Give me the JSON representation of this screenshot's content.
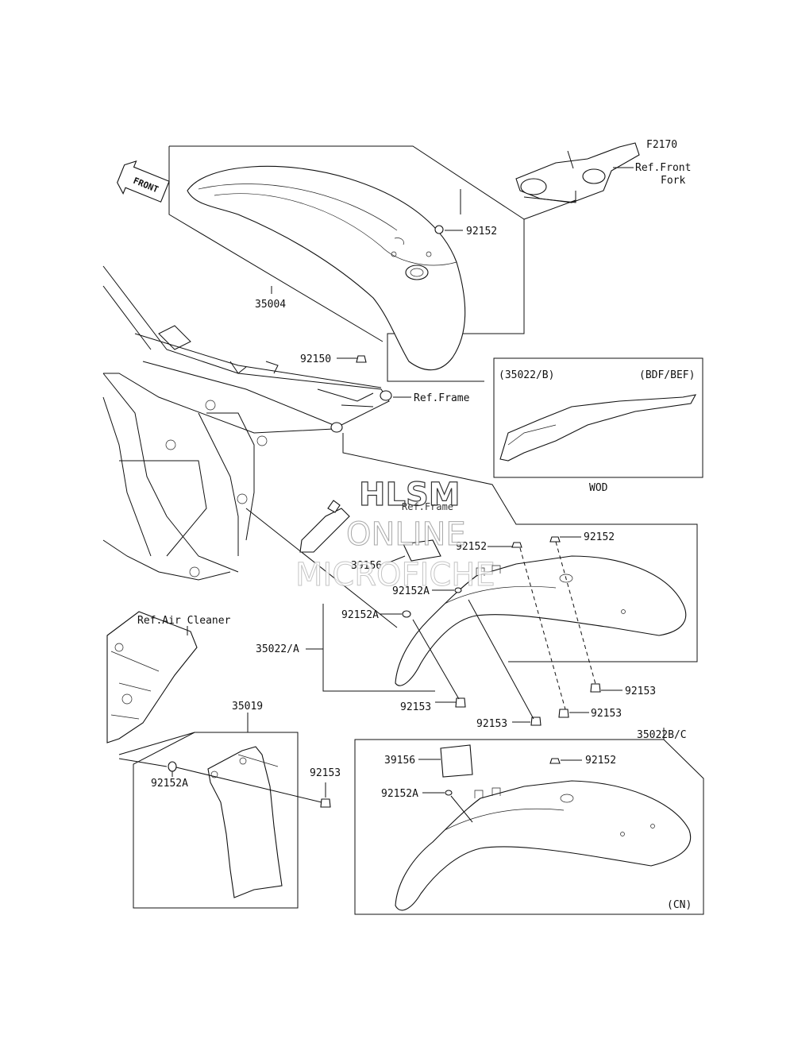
{
  "diagram_code": "F2170",
  "front_arrow": "FRONT",
  "refs": {
    "front_fork_line1": "Ref.Front",
    "front_fork_line2": "Fork",
    "frame": "Ref.Frame",
    "frame_watermark": "Ref.Frame",
    "air_cleaner": "Ref.Air Cleaner"
  },
  "callouts": {
    "p35004": "35004",
    "p92152_top": "92152",
    "p92150": "92150",
    "p92152_mid_left": "92152",
    "p92152_mid_right": "92152",
    "p39156_mid": "39156",
    "p92152A_mid1": "92152A",
    "p92152A_mid2": "92152A",
    "p35022A": "35022/A",
    "p92153_a": "92153",
    "p92153_b": "92153",
    "p92153_c": "92153",
    "p92153_d": "92153",
    "p35019": "35019",
    "p92152A_low": "92152A",
    "p92153_low": "92153",
    "p35022BC": "35022B/C",
    "p39156_low": "39156",
    "p92152_low": "92152",
    "p92152A_low2": "92152A"
  },
  "inset_top": {
    "label_left": "(35022/B)",
    "label_right": "(BDF/BEF)",
    "caption": "WOD"
  },
  "inset_bottom": {
    "label": "(CN)"
  },
  "watermark": {
    "line1": "HLSM",
    "line2": "ONLINE",
    "line3": "MICROFICHE"
  }
}
